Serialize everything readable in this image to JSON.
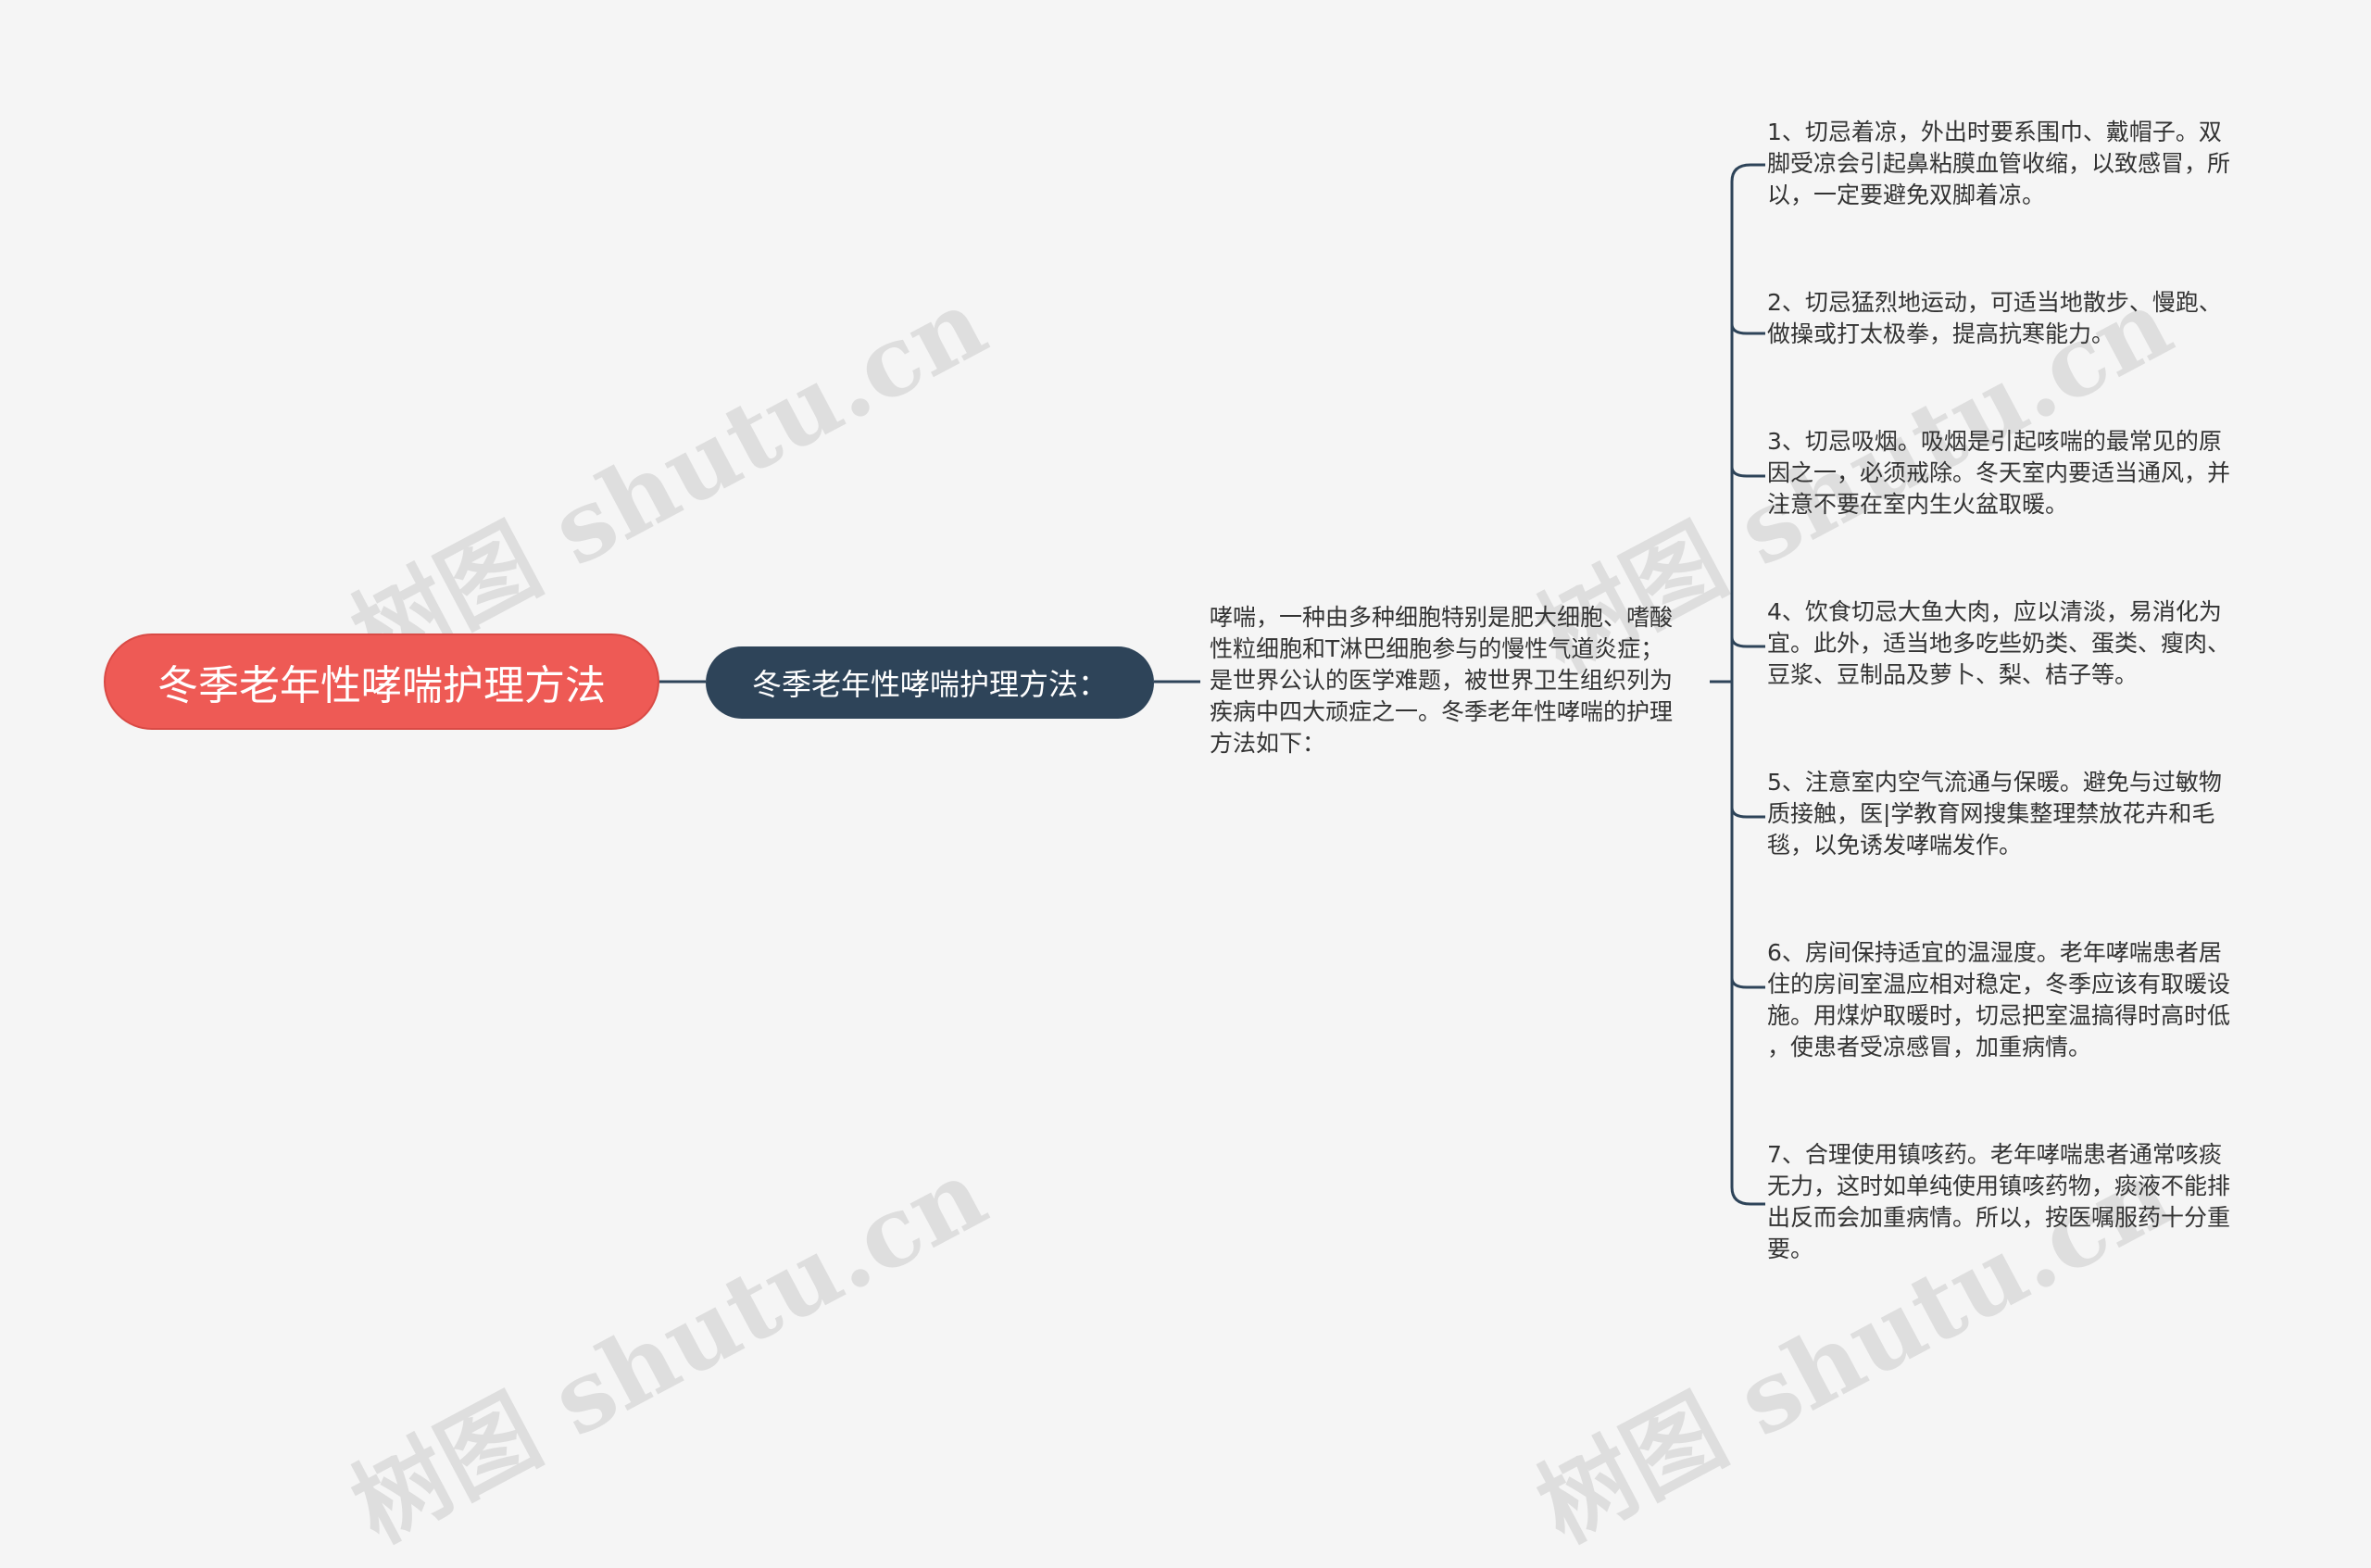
{
  "root": {
    "label": "冬季老年性哮喘护理方法"
  },
  "branch": {
    "label": "冬季老年性哮喘护理方法："
  },
  "intro": {
    "text": "哮喘，一种由多种细胞特别是肥大细胞、嗜酸\n性粒细胞和T淋巴细胞参与的慢性气道炎症；\n是世界公认的医学难题，被世界卫生组织列为\n疾病中四大顽症之一。冬季老年性哮喘的护理\n方法如下："
  },
  "leaves": [
    {
      "text": "1、切忌着凉，外出时要系围巾、戴帽子。双\n脚受凉会引起鼻粘膜血管收缩，以致感冒，所\n以，一定要避免双脚着凉。"
    },
    {
      "text": "2、切忌猛烈地运动，可适当地散步、慢跑、\n做操或打太极拳，提高抗寒能力。"
    },
    {
      "text": "3、切忌吸烟。吸烟是引起咳喘的最常见的原\n因之一，必须戒除。冬天室内要适当通风，并\n注意不要在室内生火盆取暖。"
    },
    {
      "text": "4、饮食切忌大鱼大肉，应以清淡，易消化为\n宜。此外，适当地多吃些奶类、蛋类、瘦肉、\n豆浆、豆制品及萝卜、梨、桔子等。"
    },
    {
      "text": "5、注意室内空气流通与保暖。避免与过敏物\n质接触，医|学教育网搜集整理禁放花卉和毛\n毯，以免诱发哮喘发作。"
    },
    {
      "text": "6、房间保持适宜的温湿度。老年哮喘患者居\n住的房间室温应相对稳定，冬季应该有取暖设\n施。用煤炉取暖时，切忌把室温搞得时高时低\n，使患者受凉感冒，加重病情。"
    },
    {
      "text": "7、合理使用镇咳药。老年哮喘患者通常咳痰\n无力，这时如单纯使用镇咳药物，痰液不能排\n出反而会加重病情。所以，按医嘱服药十分重\n要。"
    }
  ],
  "watermark": {
    "text": "树图 shutu.cn"
  },
  "colors": {
    "root": "#ee5a55",
    "branch": "#2e4459",
    "connector": "#2e4459",
    "background": "#f5f5f5"
  }
}
